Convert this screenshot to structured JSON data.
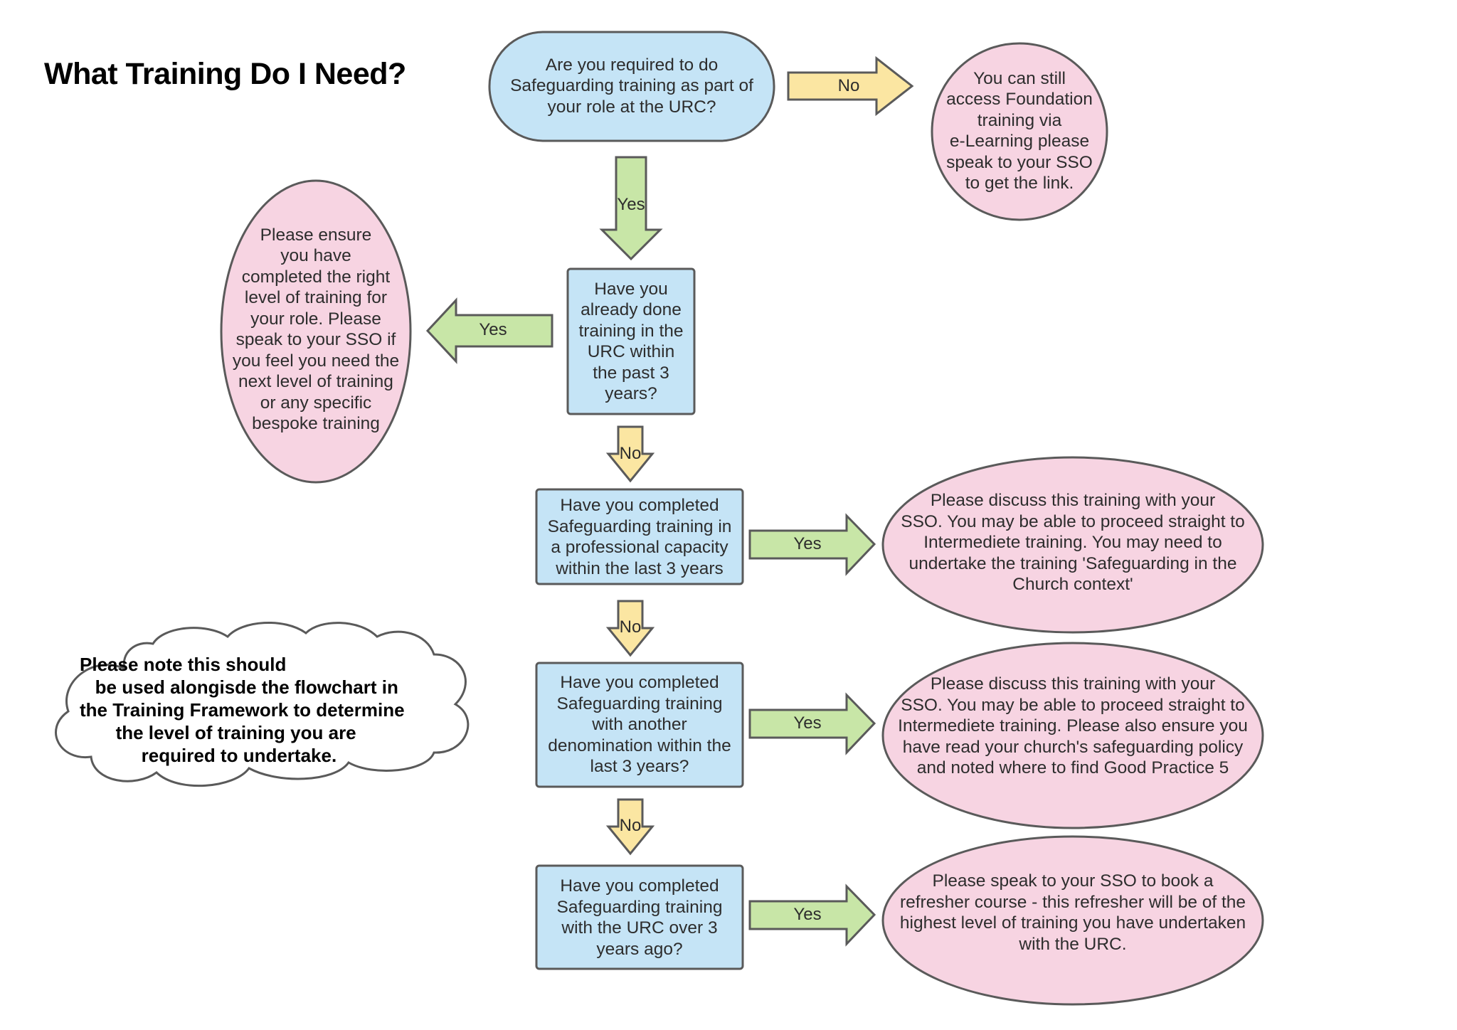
{
  "title": "What Training Do I Need?",
  "colors": {
    "question_fill": "#c5e4f6",
    "outcome_fill": "#f7d4e2",
    "yes_arrow_fill": "#c8e6a7",
    "no_arrow_fill": "#fbe6a2",
    "stroke": "#5a5a5a"
  },
  "nodes": {
    "q1": "Are you required to do\nSafeguarding training as part of\nyour role at the URC?",
    "q2": "Have you\nalready done\ntraining in the\nURC within\nthe past 3\nyears?",
    "q3": "Have you completed\nSafeguarding training in\na professional capacity\nwithin the last 3 years",
    "q4": "Have you completed\nSafeguarding training\nwith another\ndenomination within the\nlast 3 years?",
    "q5": "Have you completed\nSafeguarding training\nwith the URC over 3\nyears ago?",
    "o_no": "You can still\naccess Foundation\ntraining via\ne-Learning please\nspeak to your SSO\nto get the link.",
    "o_done": "Please ensure\nyou have\ncompleted the right\nlevel of training for\nyour role. Please\nspeak to your SSO if\nyou feel you need the\nnext level of training\nor any specific\nbespoke training",
    "o_professional": "Please discuss this training with your\nSSO. You may be able to proceed straight to\nIntermediete training. You may need to\nundertake the training 'Safeguarding in the\nChurch context'",
    "o_denomination": "Please discuss this training with your\nSSO. You may be able to proceed straight to\nIntermediete training. Please also ensure you\nhave read your church's safeguarding policy\nand noted where to find Good Practice 5",
    "o_refresher": "Please speak to your SSO to book a\nrefresher course - this refresher will be of the\nhighest level of training you have undertaken\nwith the URC."
  },
  "arrows": {
    "q1_no": "No",
    "q1_yes": "Yes",
    "q2_yes": "Yes",
    "q2_no": "No",
    "q3_yes": "Yes",
    "q3_no": "No",
    "q4_yes": "Yes",
    "q4_no": "No",
    "q5_yes": "Yes"
  },
  "note": "Please note this should\n   be used alongisde the flowchart in\nthe Training Framework to determine\n       the level of training you are\n            required to undertake."
}
